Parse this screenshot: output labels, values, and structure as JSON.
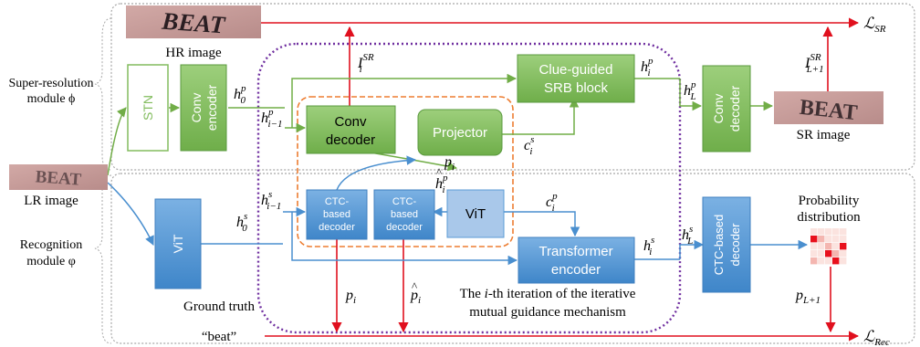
{
  "images": {
    "hr_text": "BEAT",
    "hr_label": "HR image",
    "lr_text": "BEAT",
    "lr_label": "LR image",
    "sr_text": "BEAT",
    "sr_label": "SR image"
  },
  "modules": {
    "super_resolution": "Super-resolution",
    "super_resolution_2": "module ϕ",
    "recognition": "Recognition",
    "recognition_2": "module φ"
  },
  "blocks": {
    "stn": "STN",
    "conv_encoder_1": "Conv",
    "conv_encoder_2": "encoder",
    "conv_decoder_1": "Conv",
    "conv_decoder_2": "decoder",
    "clue_srb_1": "Clue-guided",
    "clue_srb_2": "SRB block",
    "projector": "Projector",
    "vit_left": "ViT",
    "vit_inner": "ViT",
    "ctc1_1": "CTC-",
    "ctc1_2": "based",
    "ctc1_3": "decoder",
    "ctc2_1": "CTC-",
    "ctc2_2": "based",
    "ctc2_3": "decoder",
    "transformer_1": "Transformer",
    "transformer_2": "encoder",
    "conv_dec_right_1": "Conv",
    "conv_dec_right_2": "decoder",
    "ctc_right_1": "CTC-based",
    "ctc_right_2": "decoder"
  },
  "labels": {
    "ground_truth": "Ground truth",
    "beat": "“beat”",
    "probability_1": "Probability",
    "probability_2": "distribution",
    "iteration_a": "The ",
    "iteration_i": "i",
    "iteration_b": "-th iteration of the iterative",
    "iteration_2": "mutual guidance mechanism"
  },
  "math": {
    "h": "h",
    "I": "I",
    "c": "c",
    "p": "p",
    "L": "ℒ",
    "sup_p": "p",
    "sup_s": "s",
    "sup_SR": "SR",
    "sub_0": "0",
    "sub_i": "i",
    "sub_im1": "i−1",
    "sub_L": "L",
    "sub_Lp1": "L+1",
    "sub_SR": "SR",
    "sub_Rec": "Rec",
    "hat_mark": "^"
  },
  "colors": {
    "green_fill": "#82bc5e",
    "green_stroke": "#5a9a3e",
    "blue_fill": "#5b9bd5",
    "blue_light": "#a9c8ea",
    "arrow_red": "#e0101e",
    "arrow_green": "#71ad47",
    "arrow_blue": "#4a8fcf",
    "dash_purple": "#7030a0",
    "dash_orange": "#ed7d31",
    "panel_gray": "#a8a8a8"
  },
  "chart_data": {
    "type": "heatmap",
    "description": "probability distribution grid",
    "rows": 5,
    "cols": 5,
    "values": [
      [
        0.1,
        0.1,
        0.1,
        0.1,
        0.1
      ],
      [
        1.0,
        0.2,
        0.1,
        0.1,
        0.1
      ],
      [
        0.1,
        0.1,
        0.2,
        0.1,
        1.0
      ],
      [
        0.1,
        0.1,
        1.0,
        0.2,
        0.1
      ],
      [
        0.2,
        0.1,
        0.1,
        1.0,
        0.1
      ]
    ]
  }
}
